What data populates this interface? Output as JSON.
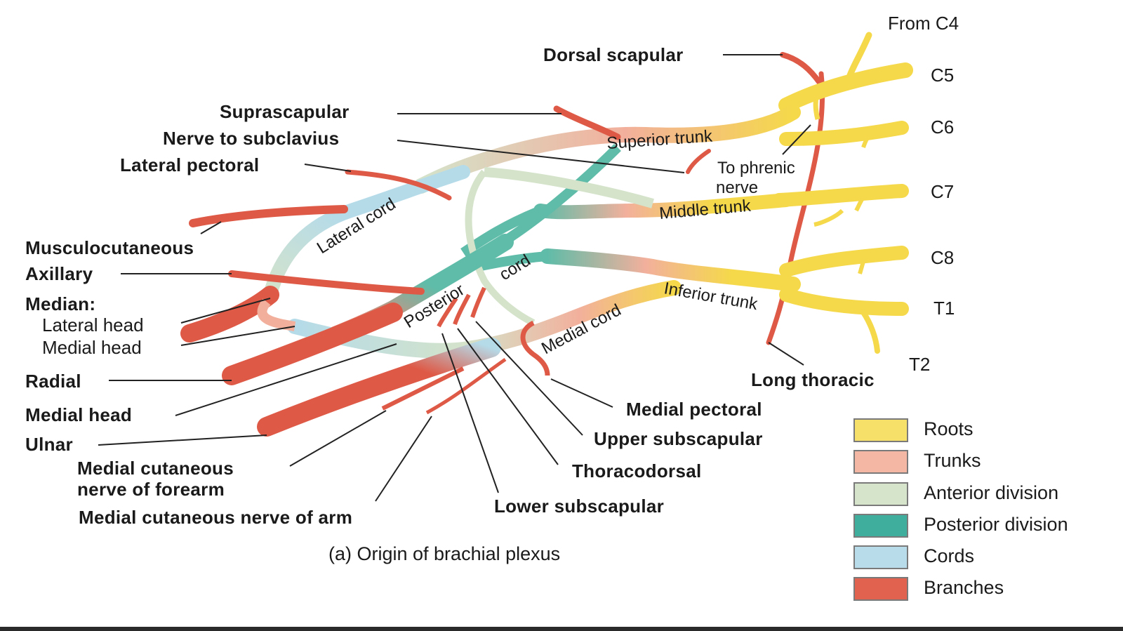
{
  "labels": {
    "from_c4": "From C4",
    "c5": "C5",
    "c6": "C6",
    "c7": "C7",
    "c8": "C8",
    "t1": "T1",
    "t2": "T2",
    "dorsal_scapular": "Dorsal scapular",
    "suprascapular": "Suprascapular",
    "nerve_to_subclavius": "Nerve to subclavius",
    "lateral_pectoral": "Lateral pectoral",
    "musculocutaneous": "Musculocutaneous",
    "axillary": "Axillary",
    "median": "Median:",
    "lateral_head": "Lateral head",
    "medial_head_median": "Medial head",
    "radial": "Radial",
    "medial_head": "Medial head",
    "ulnar": "Ulnar",
    "medial_cutaneous_forearm_1": "Medial cutaneous",
    "medial_cutaneous_forearm_2": "nerve of forearm",
    "medial_cutaneous_arm": "Medial cutaneous nerve of arm",
    "lower_subscapular": "Lower subscapular",
    "thoracodorsal": "Thoracodorsal",
    "upper_subscapular": "Upper subscapular",
    "medial_pectoral": "Medial pectoral",
    "long_thoracic": "Long thoracic",
    "to_phrenic_1": "To phrenic",
    "to_phrenic_2": "nerve",
    "superior_trunk": "Superior trunk",
    "middle_trunk": "Middle trunk",
    "inferior_trunk": "Inferior trunk",
    "lateral_cord": "Lateral cord",
    "posterior_cord_1": "Posterior",
    "posterior_cord_2": "cord",
    "medial_cord": "Medial cord"
  },
  "caption": "(a) Origin of brachial plexus",
  "legend": [
    {
      "label": "Roots",
      "color": "#f7e06a"
    },
    {
      "label": "Trunks",
      "color": "#f3b7a4"
    },
    {
      "label": "Anterior division",
      "color": "#d6e4cc"
    },
    {
      "label": "Posterior division",
      "color": "#3fae9c"
    },
    {
      "label": "Cords",
      "color": "#b8dcea"
    },
    {
      "label": "Branches",
      "color": "#e0624f"
    }
  ],
  "colors": {
    "roots": "#f5d94a",
    "trunks": "#f2b09c",
    "anterior": "#d4e3ca",
    "posterior": "#5fbca8",
    "cords": "#b5dbe9",
    "branches": "#de5a47"
  }
}
